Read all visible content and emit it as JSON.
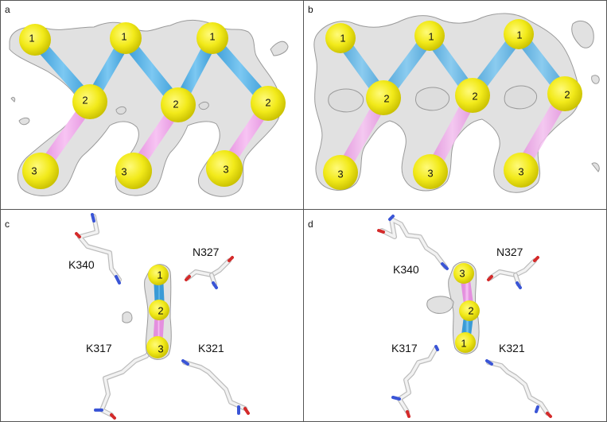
{
  "panels": [
    {
      "letter": "a"
    },
    {
      "letter": "b"
    },
    {
      "letter": "c",
      "residues": [
        "K340",
        "N327",
        "K317",
        "K321"
      ]
    },
    {
      "letter": "d",
      "residues": [
        "K340",
        "N327",
        "K317",
        "K321"
      ]
    }
  ],
  "bead_labels": [
    "1",
    "2",
    "3"
  ],
  "colors": {
    "bead": "#f2ea1a",
    "bond_1_2": "#4aaee3",
    "bond_2_3": "#ee9fe8",
    "density": "#d9d9d9",
    "stick_carbon": "#e6e6e6",
    "stick_nitrogen": "#3a55d6",
    "stick_oxygen": "#d42a2a"
  }
}
